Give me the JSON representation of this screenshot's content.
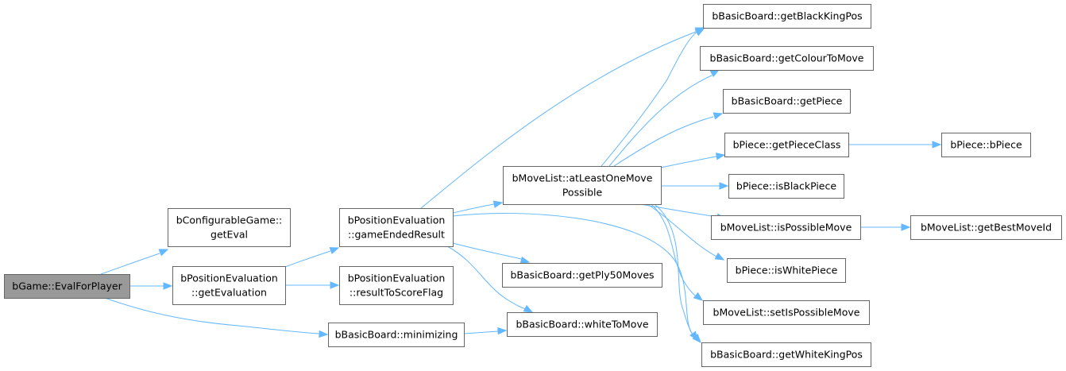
{
  "diagram": {
    "type": "call-graph",
    "colors": {
      "edge": "#63b8ff",
      "root_fill": "#999999",
      "node_fill": "#ffffff",
      "node_border": "#666666"
    },
    "nodes": [
      {
        "id": "evalForPlayer",
        "lines": [
          "bGame::EvalForPlayer"
        ],
        "root": true
      },
      {
        "id": "getEval",
        "lines": [
          "bConfigurableGame::",
          "getEval"
        ]
      },
      {
        "id": "getEvaluation",
        "lines": [
          "bPositionEvaluation",
          "::getEvaluation"
        ]
      },
      {
        "id": "minimizing",
        "lines": [
          "bBasicBoard::minimizing"
        ]
      },
      {
        "id": "gameEndedResult",
        "lines": [
          "bPositionEvaluation",
          "::gameEndedResult"
        ]
      },
      {
        "id": "resultToScoreFlag",
        "lines": [
          "bPositionEvaluation",
          "::resultToScoreFlag"
        ]
      },
      {
        "id": "atLeastOneMovePossible",
        "lines": [
          "bMoveList::atLeastOneMove",
          "Possible"
        ]
      },
      {
        "id": "getPly50Moves",
        "lines": [
          "bBasicBoard::getPly50Moves"
        ]
      },
      {
        "id": "whiteToMove",
        "lines": [
          "bBasicBoard::whiteToMove"
        ]
      },
      {
        "id": "getBlackKingPos",
        "lines": [
          "bBasicBoard::getBlackKingPos"
        ]
      },
      {
        "id": "getColourToMove",
        "lines": [
          "bBasicBoard::getColourToMove"
        ]
      },
      {
        "id": "getPiece",
        "lines": [
          "bBasicBoard::getPiece"
        ]
      },
      {
        "id": "getPieceClass",
        "lines": [
          "bPiece::getPieceClass"
        ]
      },
      {
        "id": "isBlackPiece",
        "lines": [
          "bPiece::isBlackPiece"
        ]
      },
      {
        "id": "isPossibleMove",
        "lines": [
          "bMoveList::isPossibleMove"
        ]
      },
      {
        "id": "isWhitePiece",
        "lines": [
          "bPiece::isWhitePiece"
        ]
      },
      {
        "id": "setIsPossibleMove",
        "lines": [
          "bMoveList::setIsPossibleMove"
        ]
      },
      {
        "id": "getWhiteKingPos",
        "lines": [
          "bBasicBoard::getWhiteKingPos"
        ]
      },
      {
        "id": "bPiece",
        "lines": [
          "bPiece::bPiece"
        ]
      },
      {
        "id": "getBestMoveId",
        "lines": [
          "bMoveList::getBestMoveId"
        ]
      }
    ],
    "edges": [
      {
        "from": "evalForPlayer",
        "to": "getEval"
      },
      {
        "from": "evalForPlayer",
        "to": "getEvaluation"
      },
      {
        "from": "evalForPlayer",
        "to": "minimizing"
      },
      {
        "from": "getEvaluation",
        "to": "gameEndedResult"
      },
      {
        "from": "getEvaluation",
        "to": "resultToScoreFlag"
      },
      {
        "from": "minimizing",
        "to": "whiteToMove"
      },
      {
        "from": "gameEndedResult",
        "to": "getBlackKingPos"
      },
      {
        "from": "gameEndedResult",
        "to": "atLeastOneMovePossible"
      },
      {
        "from": "gameEndedResult",
        "to": "getPly50Moves"
      },
      {
        "from": "gameEndedResult",
        "to": "whiteToMove"
      },
      {
        "from": "gameEndedResult",
        "to": "getWhiteKingPos"
      },
      {
        "from": "atLeastOneMovePossible",
        "to": "getBlackKingPos"
      },
      {
        "from": "atLeastOneMovePossible",
        "to": "getColourToMove"
      },
      {
        "from": "atLeastOneMovePossible",
        "to": "getPiece"
      },
      {
        "from": "atLeastOneMovePossible",
        "to": "getPieceClass"
      },
      {
        "from": "atLeastOneMovePossible",
        "to": "isBlackPiece"
      },
      {
        "from": "atLeastOneMovePossible",
        "to": "isPossibleMove"
      },
      {
        "from": "atLeastOneMovePossible",
        "to": "isWhitePiece"
      },
      {
        "from": "atLeastOneMovePossible",
        "to": "setIsPossibleMove"
      },
      {
        "from": "atLeastOneMovePossible",
        "to": "getWhiteKingPos"
      },
      {
        "from": "getPieceClass",
        "to": "bPiece"
      },
      {
        "from": "isPossibleMove",
        "to": "getBestMoveId"
      }
    ]
  }
}
